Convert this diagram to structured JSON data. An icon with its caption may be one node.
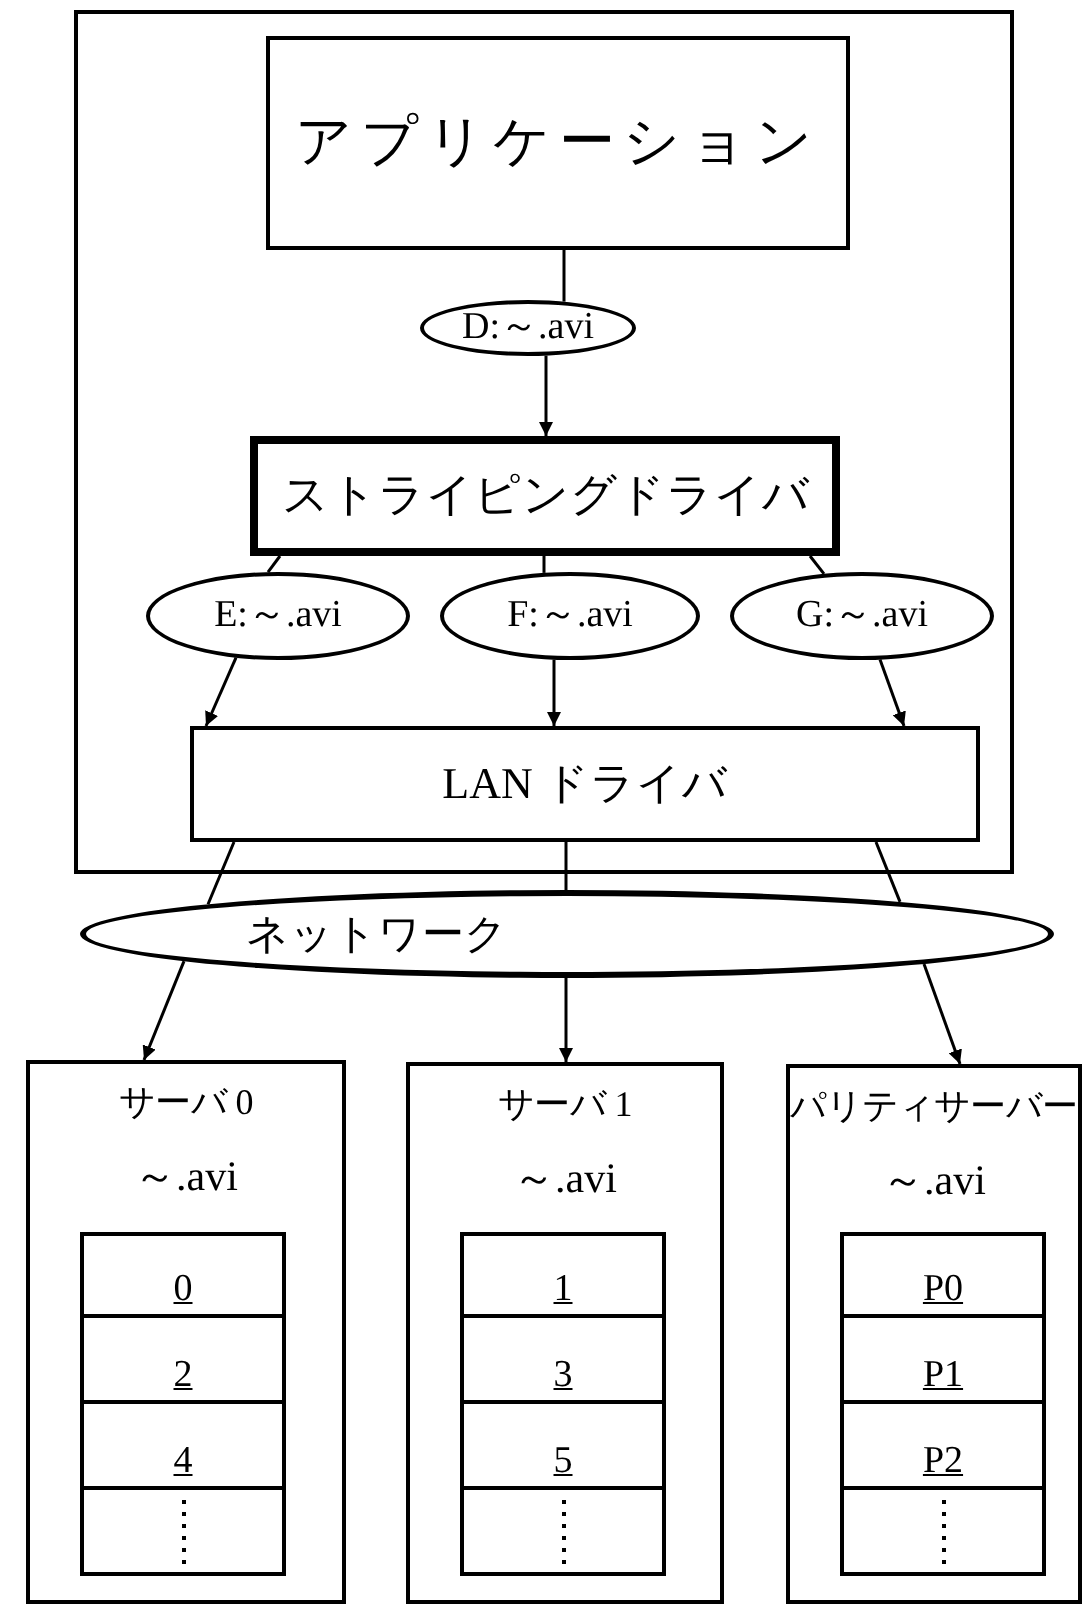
{
  "diagram": {
    "nodes": [
      {
        "text": [],
        "shape": "box"
      },
      {
        "text": [
          "アプリケーション"
        ],
        "in": 0
      },
      {
        "text": [
          "D:～.avi"
        ],
        "in": 0
      },
      {
        "text": [
          "ストライピングドライバ"
        ],
        "in": 0
      },
      {
        "text": [
          "E:～.avi"
        ],
        "in": 0
      },
      {
        "text": [
          "F:～.avi"
        ],
        "in": 0
      },
      {
        "text": [
          "G:～.avi"
        ],
        "in": 0
      },
      {
        "text": [
          "LAN ドライバ"
        ],
        "in": 0
      },
      {
        "text": [
          "ネットワーク"
        ]
      },
      {
        "text": [
          "サーバ 0",
          "～.avi"
        ]
      },
      {
        "text": [],
        "shape": "box",
        "in": 9
      },
      {
        "text": [
          "0"
        ],
        "in": 10
      },
      {
        "text": [
          "2"
        ],
        "in": 10
      },
      {
        "text": [
          "4"
        ],
        "in": 10
      },
      {
        "text": [],
        "shape": "box",
        "in": 10
      },
      {
        "text": [
          "サーバ 1",
          "～.avi"
        ]
      },
      {
        "text": [],
        "shape": "box",
        "in": 15
      },
      {
        "text": [
          "1"
        ],
        "in": 16
      },
      {
        "text": [
          "3"
        ],
        "in": 16
      },
      {
        "text": [
          "5"
        ],
        "in": 16
      },
      {
        "text": [],
        "shape": "box",
        "in": 16
      },
      {
        "text": [
          "パリティサーバー",
          "～.avi"
        ]
      },
      {
        "text": [],
        "shape": "box",
        "in": 21
      },
      {
        "text": [
          "P0"
        ],
        "in": 22
      },
      {
        "text": [
          "P1"
        ],
        "in": 22
      },
      {
        "text": [
          "P2"
        ],
        "in": 22
      },
      {
        "text": [],
        "shape": "box",
        "in": 22
      }
    ],
    "edges": [
      {
        "from": 1,
        "to": 2,
        "arrow": "none"
      },
      {
        "from": 2,
        "to": 3,
        "arrow": "to"
      },
      {
        "from": 3,
        "to": 4,
        "arrow": "none"
      },
      {
        "from": 3,
        "to": 5,
        "arrow": "none"
      },
      {
        "from": 3,
        "to": 6,
        "arrow": "none"
      },
      {
        "from": 4,
        "to": 7,
        "arrow": "to"
      },
      {
        "from": 5,
        "to": 7,
        "arrow": "to"
      },
      {
        "from": 6,
        "to": 7,
        "arrow": "to"
      },
      {
        "from": 7,
        "to": 8,
        "arrow": "none"
      },
      {
        "from": 7,
        "to": 8,
        "arrow": "none"
      },
      {
        "from": 7,
        "to": 8,
        "arrow": "none"
      },
      {
        "from": 8,
        "to": 9,
        "arrow": "to"
      },
      {
        "from": 8,
        "to": 15,
        "arrow": "to"
      },
      {
        "from": 8,
        "to": 21,
        "arrow": "to"
      }
    ]
  }
}
